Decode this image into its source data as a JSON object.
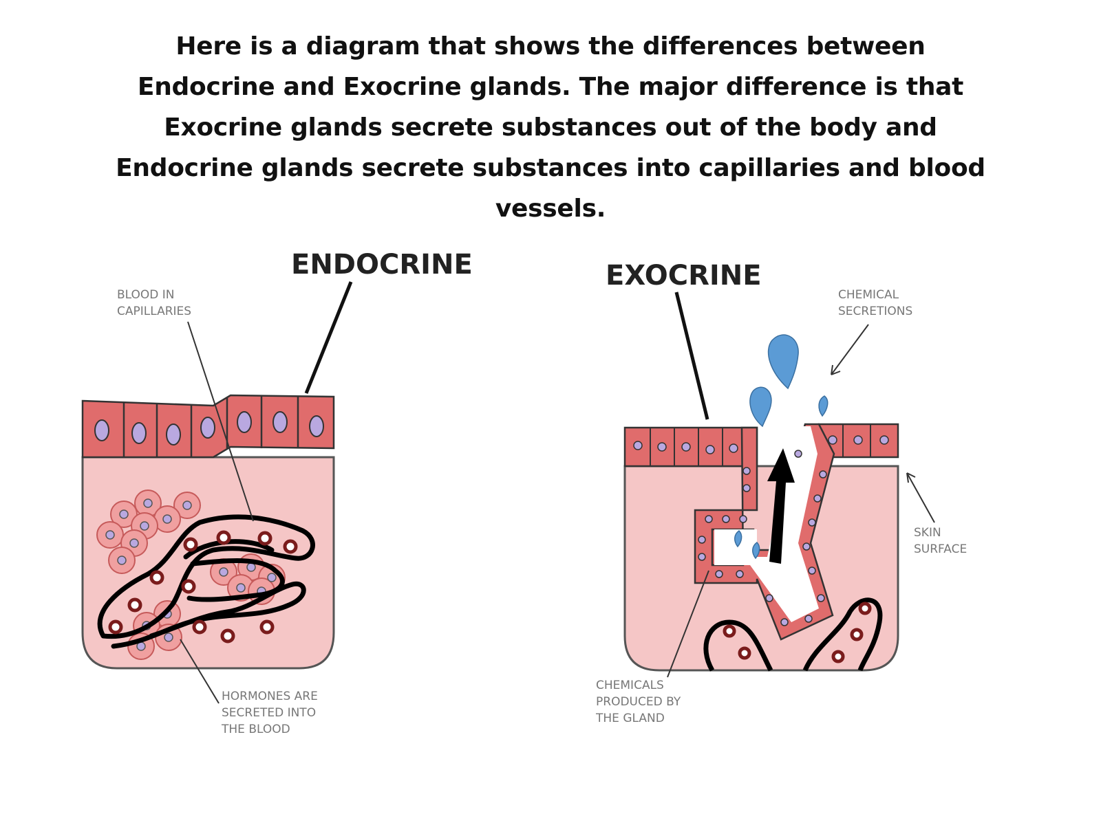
{
  "caption": {
    "lines": [
      "Here is a diagram that shows the differences between",
      "Endocrine and Exocrine glands. The major difference is that",
      "Exocrine glands secrete substances out of the body and",
      "Endocrine glands secrete substances into capillaries and blood",
      "vessels."
    ]
  },
  "endocrine": {
    "title": "ENDOCRINE",
    "label_blood_1": "BLOOD IN",
    "label_blood_2": "CAPILLARIES",
    "label_hormones_1": "HORMONES ARE",
    "label_hormones_2": "SECRETED INTO",
    "label_hormones_3": "THE BLOOD"
  },
  "exocrine": {
    "title": "EXOCRINE",
    "label_chem_1": "CHEMICAL",
    "label_chem_2": "SECRETIONS",
    "label_skin_1": "SKIN",
    "label_skin_2": "SURFACE",
    "label_gland_1": "CHEMICALS",
    "label_gland_2": "PRODUCED BY",
    "label_gland_3": "THE GLAND"
  },
  "colors": {
    "tissue": "#f5c6c6",
    "cell": "#e06c6c",
    "nucleus": "#b9a8e0",
    "blood_cell": "#7a1c1c",
    "secretion": "#5b9bd5",
    "outline": "#000000"
  }
}
